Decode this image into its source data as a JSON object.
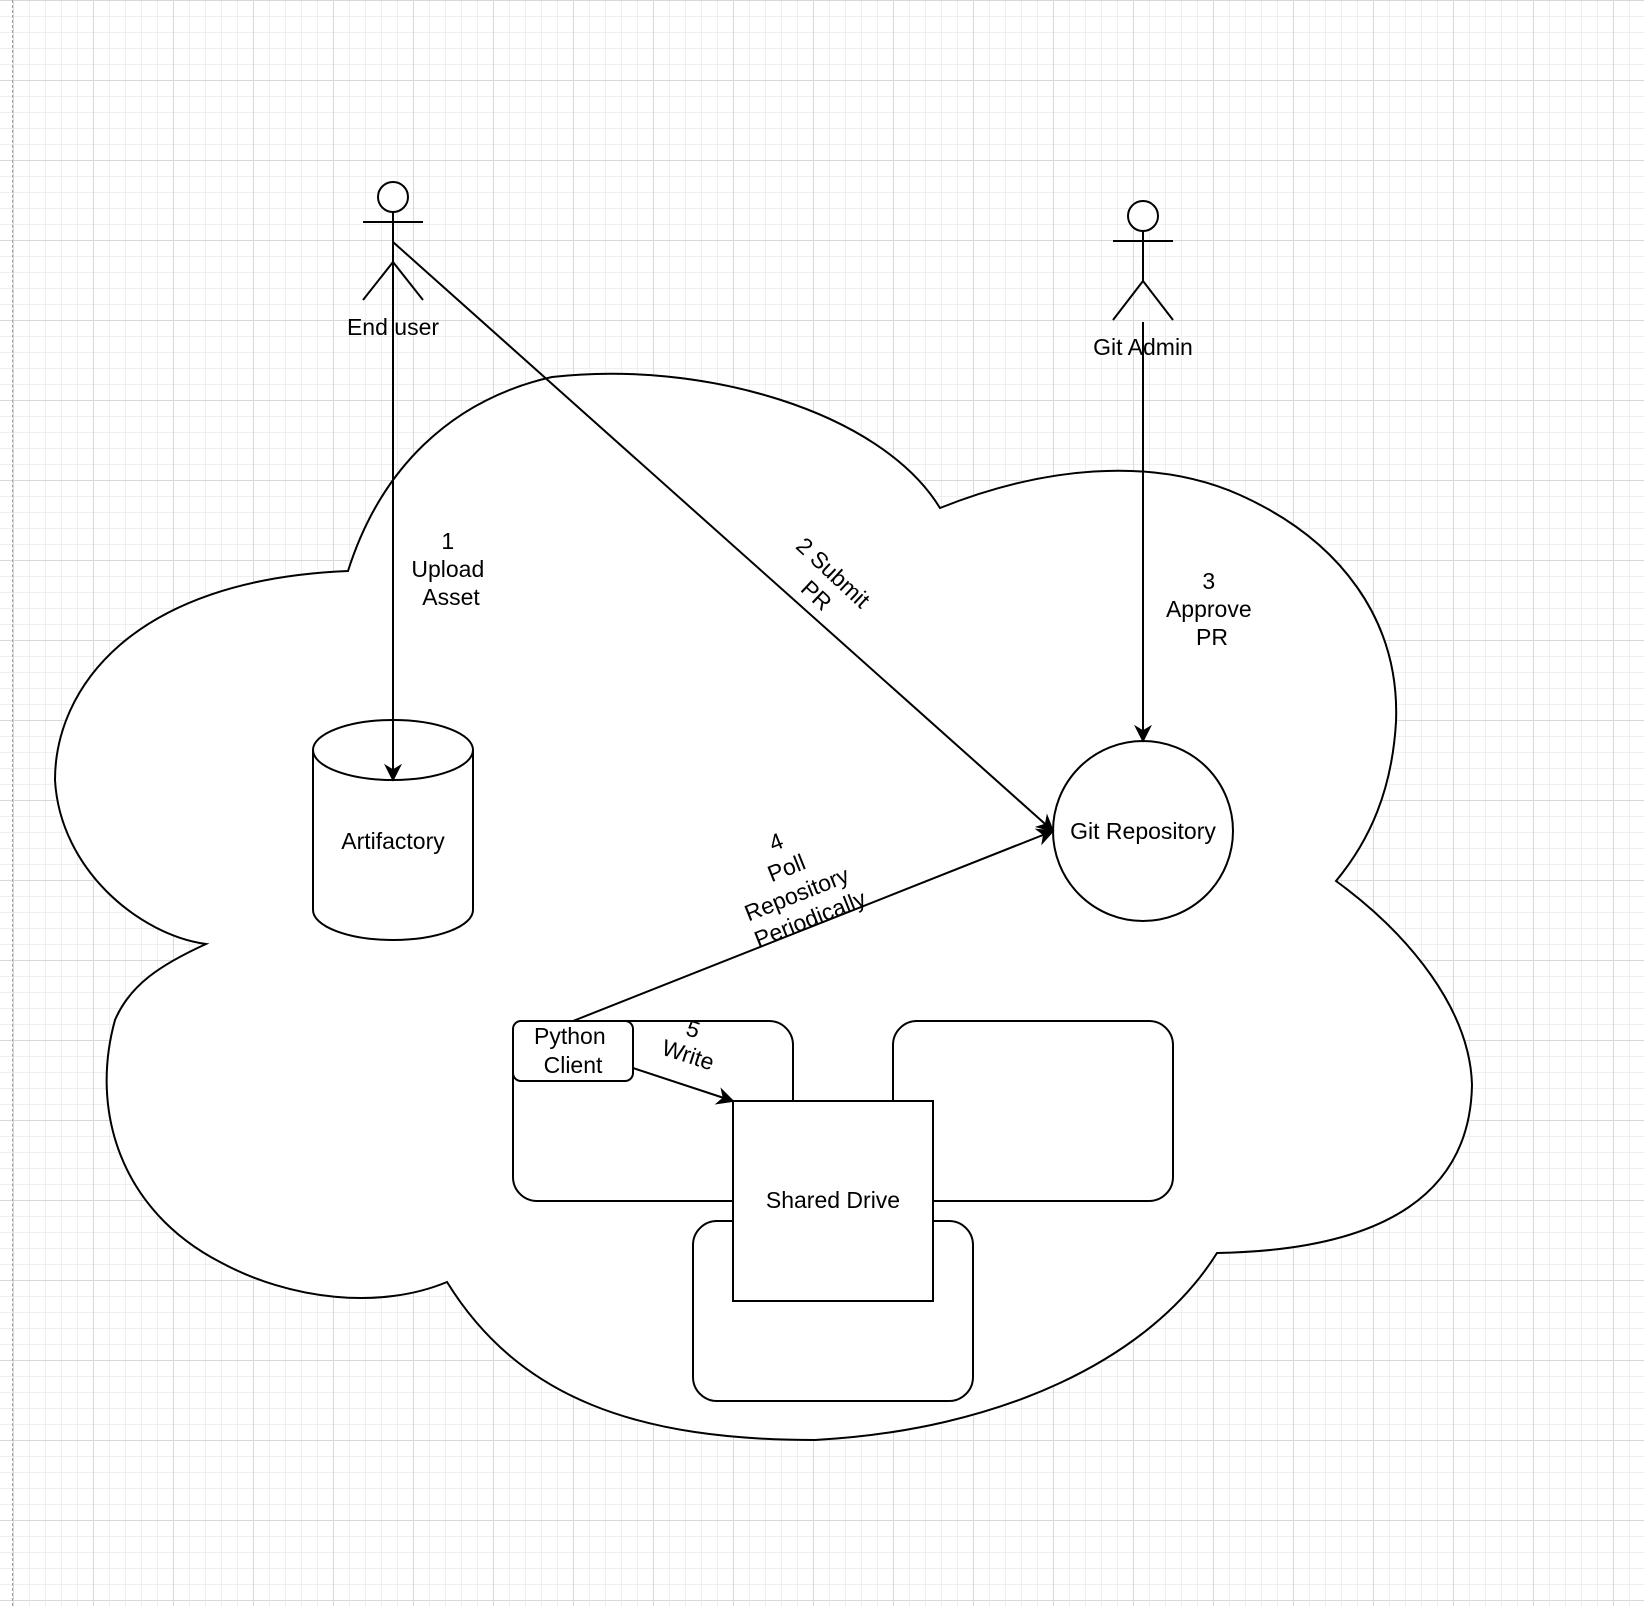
{
  "actors": {
    "end_user": "End user",
    "git_admin": "Git Admin"
  },
  "nodes": {
    "artifactory": "Artifactory",
    "git_repository": "Git Repository",
    "python_client": [
      "Python",
      "Client"
    ],
    "shared_drive": "Shared Drive"
  },
  "edges": {
    "upload": [
      "1",
      "Upload",
      "Asset"
    ],
    "submit": [
      "2 Submit",
      "PR"
    ],
    "approve": [
      "3",
      "Approve",
      "PR"
    ],
    "poll": [
      "4",
      "Poll",
      "Repository",
      "Periodically"
    ],
    "write": [
      "5",
      "Write"
    ]
  }
}
